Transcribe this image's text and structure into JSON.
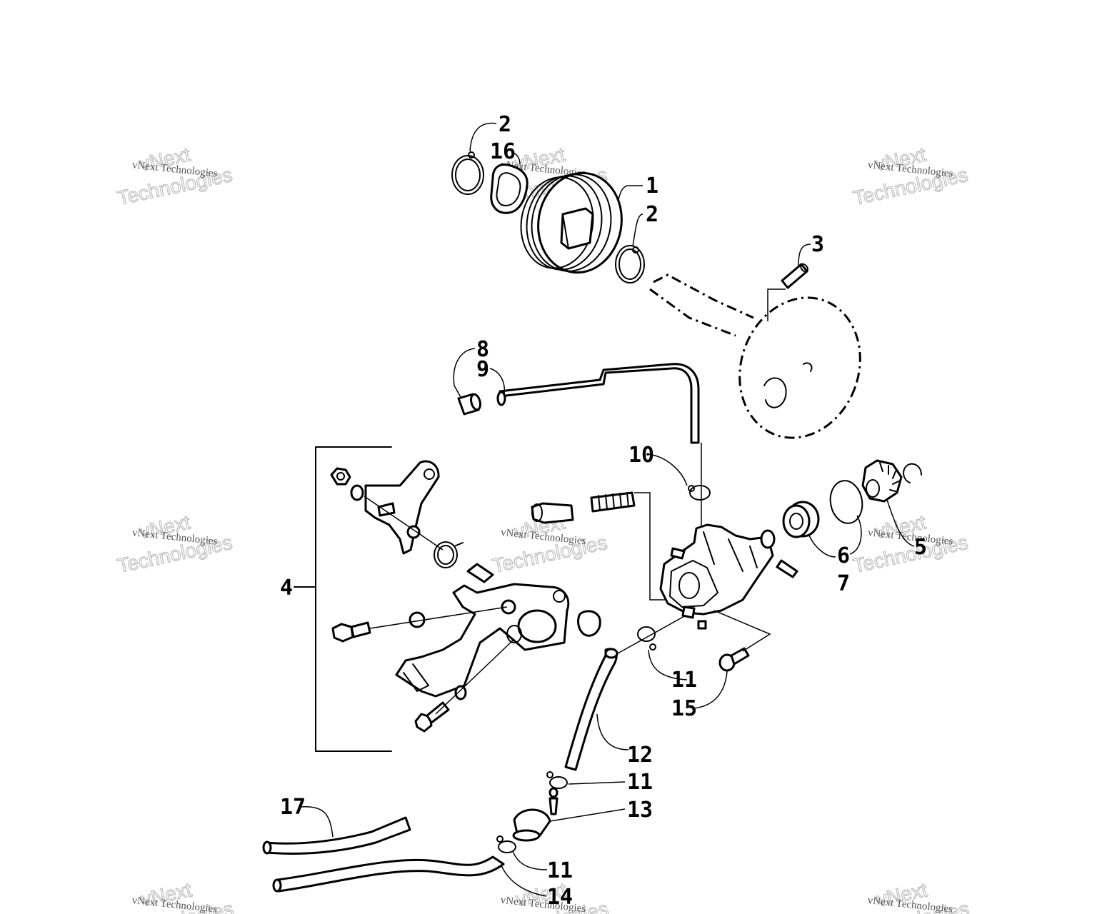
{
  "diagram": {
    "callouts": [
      {
        "id": "c2a",
        "text": "2"
      },
      {
        "id": "c16",
        "text": "16"
      },
      {
        "id": "c1",
        "text": "1"
      },
      {
        "id": "c2b",
        "text": "2"
      },
      {
        "id": "c3",
        "text": "3"
      },
      {
        "id": "c8",
        "text": "8"
      },
      {
        "id": "c9",
        "text": "9"
      },
      {
        "id": "c10",
        "text": "10"
      },
      {
        "id": "c4",
        "text": "4"
      },
      {
        "id": "c6",
        "text": "6"
      },
      {
        "id": "c5",
        "text": "5"
      },
      {
        "id": "c7",
        "text": "7"
      },
      {
        "id": "c11a",
        "text": "11"
      },
      {
        "id": "c15",
        "text": "15"
      },
      {
        "id": "c12",
        "text": "12"
      },
      {
        "id": "c11b",
        "text": "11"
      },
      {
        "id": "c13",
        "text": "13"
      },
      {
        "id": "c17",
        "text": "17"
      },
      {
        "id": "c11c",
        "text": "11"
      },
      {
        "id": "c14",
        "text": "14"
      }
    ]
  },
  "watermark": {
    "line_small": "vNext Technologies",
    "line_big_1": "vNext",
    "line_big_2": "Technologies"
  },
  "colors": {
    "ink": "#000000",
    "background": "#ffffff",
    "watermark": "#bfbfbf"
  }
}
